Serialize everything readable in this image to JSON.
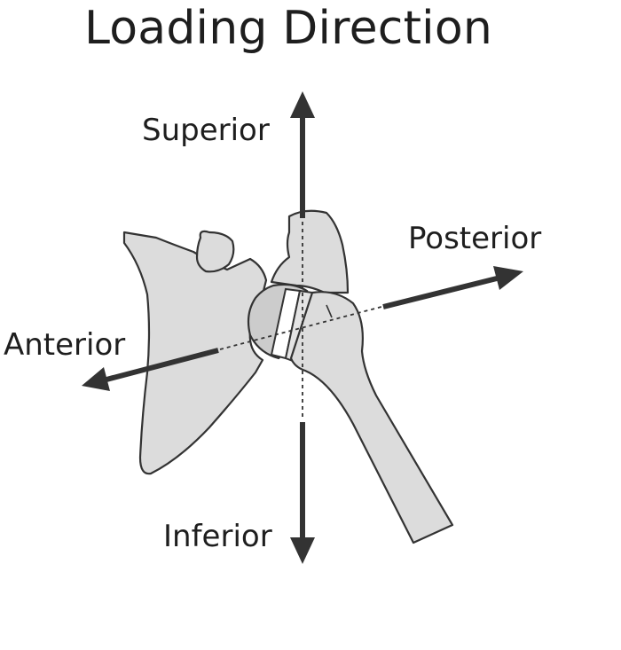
{
  "title": "Loading Direction",
  "labels": {
    "superior": "Superior",
    "posterior": "Posterior",
    "anterior": "Anterior",
    "inferior": "Inferior"
  },
  "colors": {
    "bone_fill": "#dcdcdc",
    "outline": "#333333",
    "arrow": "#333333",
    "text": "#1e1e1e"
  }
}
